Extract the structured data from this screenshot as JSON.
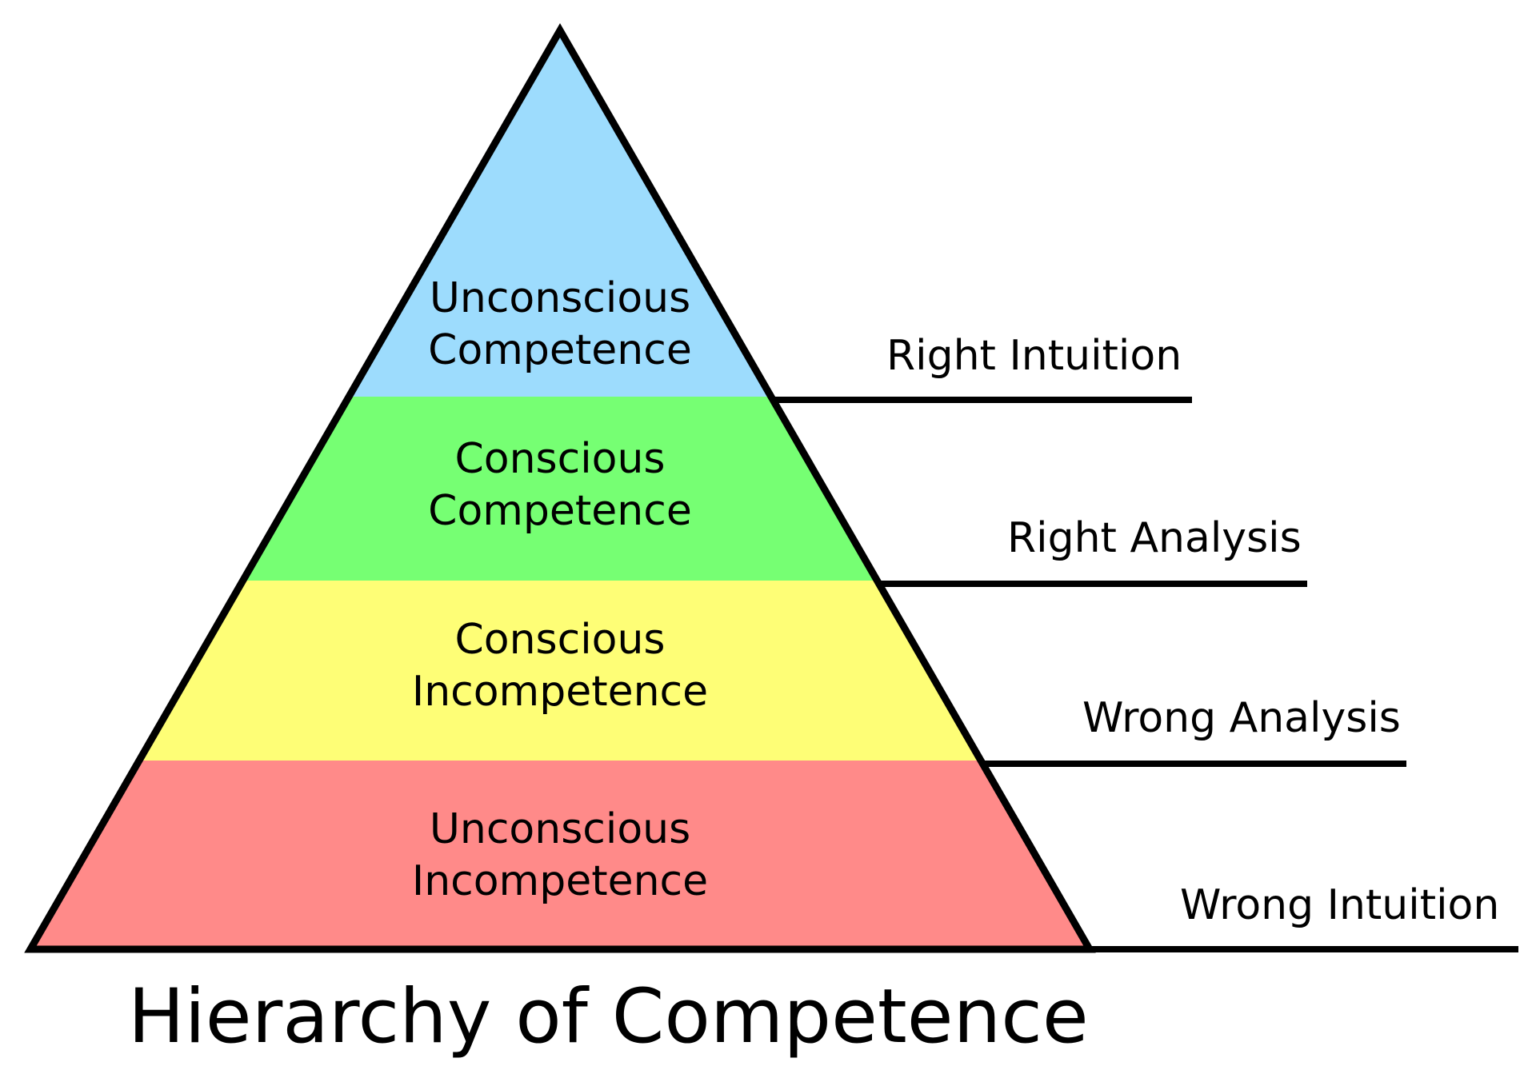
{
  "title": "Hierarchy of Competence",
  "levels": [
    {
      "line1": "Unconscious",
      "line2": "Competence",
      "color": "#9ddcfd"
    },
    {
      "line1": "Conscious",
      "line2": "Competence",
      "color": "#76ff73"
    },
    {
      "line1": "Conscious",
      "line2": "Incompetence",
      "color": "#fefe76"
    },
    {
      "line1": "Unconscious",
      "line2": "Incompetence",
      "color": "#ff8a89"
    }
  ],
  "side_labels": [
    "Right Intuition",
    "Right Analysis",
    "Wrong Analysis",
    "Wrong Intuition"
  ],
  "outline_color": "#000000"
}
